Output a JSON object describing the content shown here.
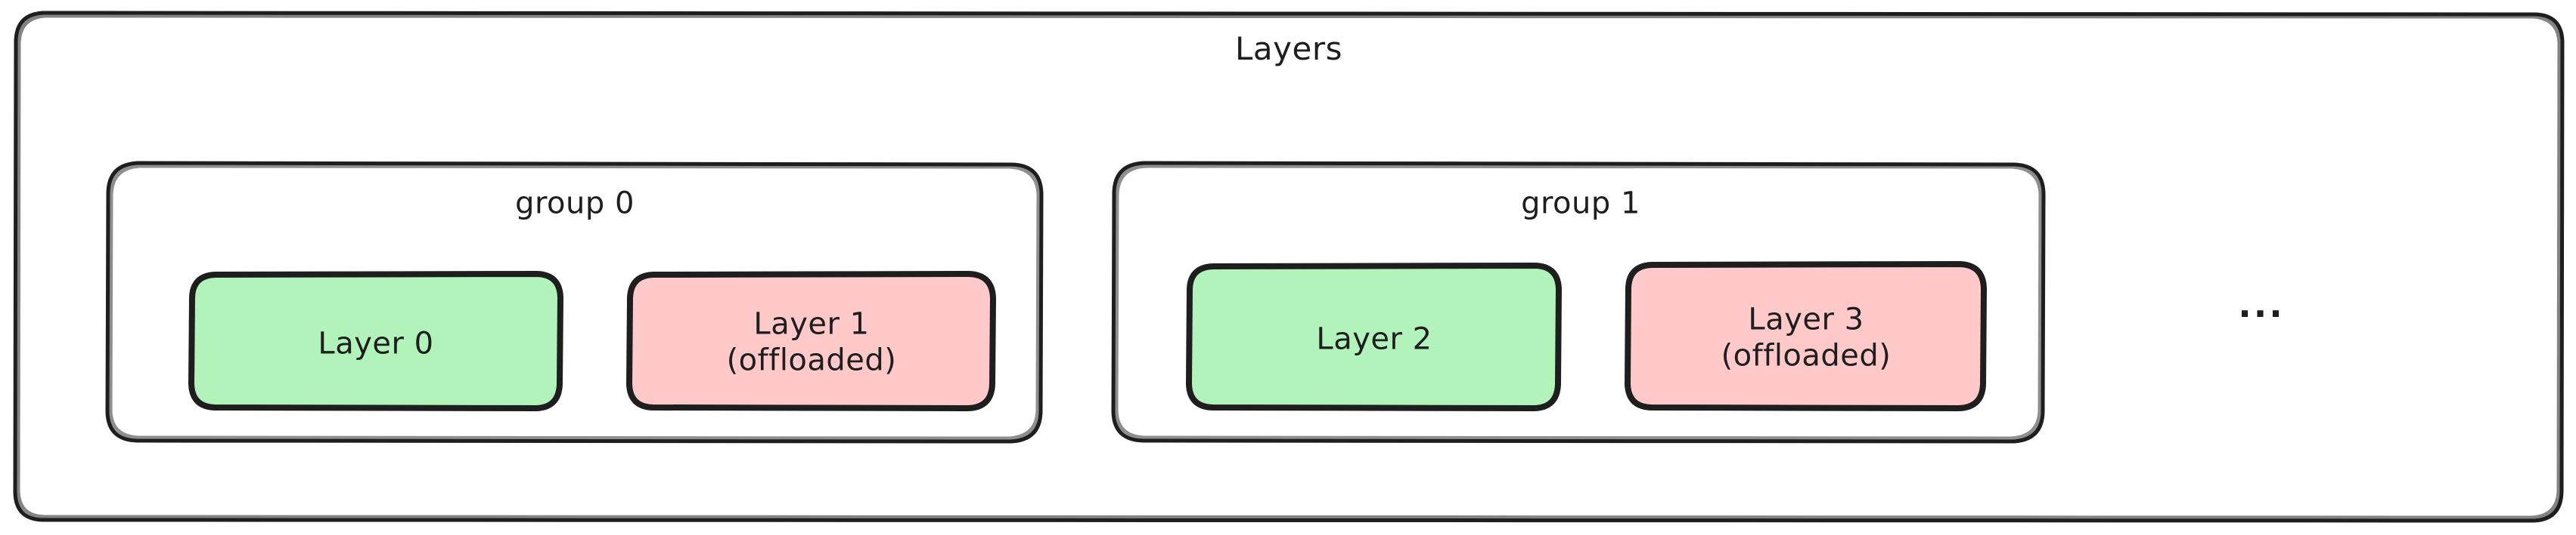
{
  "diagram": {
    "title": "Layers",
    "ellipsis": "...",
    "colors": {
      "stroke": "#1e1e1e",
      "background": "#ffffff",
      "resident_fill": "#b2f2bb",
      "offloaded_fill": "#ffc9c9"
    },
    "groups": [
      {
        "label": "group 0",
        "layers": [
          {
            "name": "Layer 0",
            "state": "",
            "fill": "#b2f2bb"
          },
          {
            "name": "Layer 1",
            "state": "(offloaded)",
            "fill": "#ffc9c9"
          }
        ]
      },
      {
        "label": "group 1",
        "layers": [
          {
            "name": "Layer 2",
            "state": "",
            "fill": "#b2f2bb"
          },
          {
            "name": "Layer 3",
            "state": "(offloaded)",
            "fill": "#ffc9c9"
          }
        ]
      }
    ]
  }
}
